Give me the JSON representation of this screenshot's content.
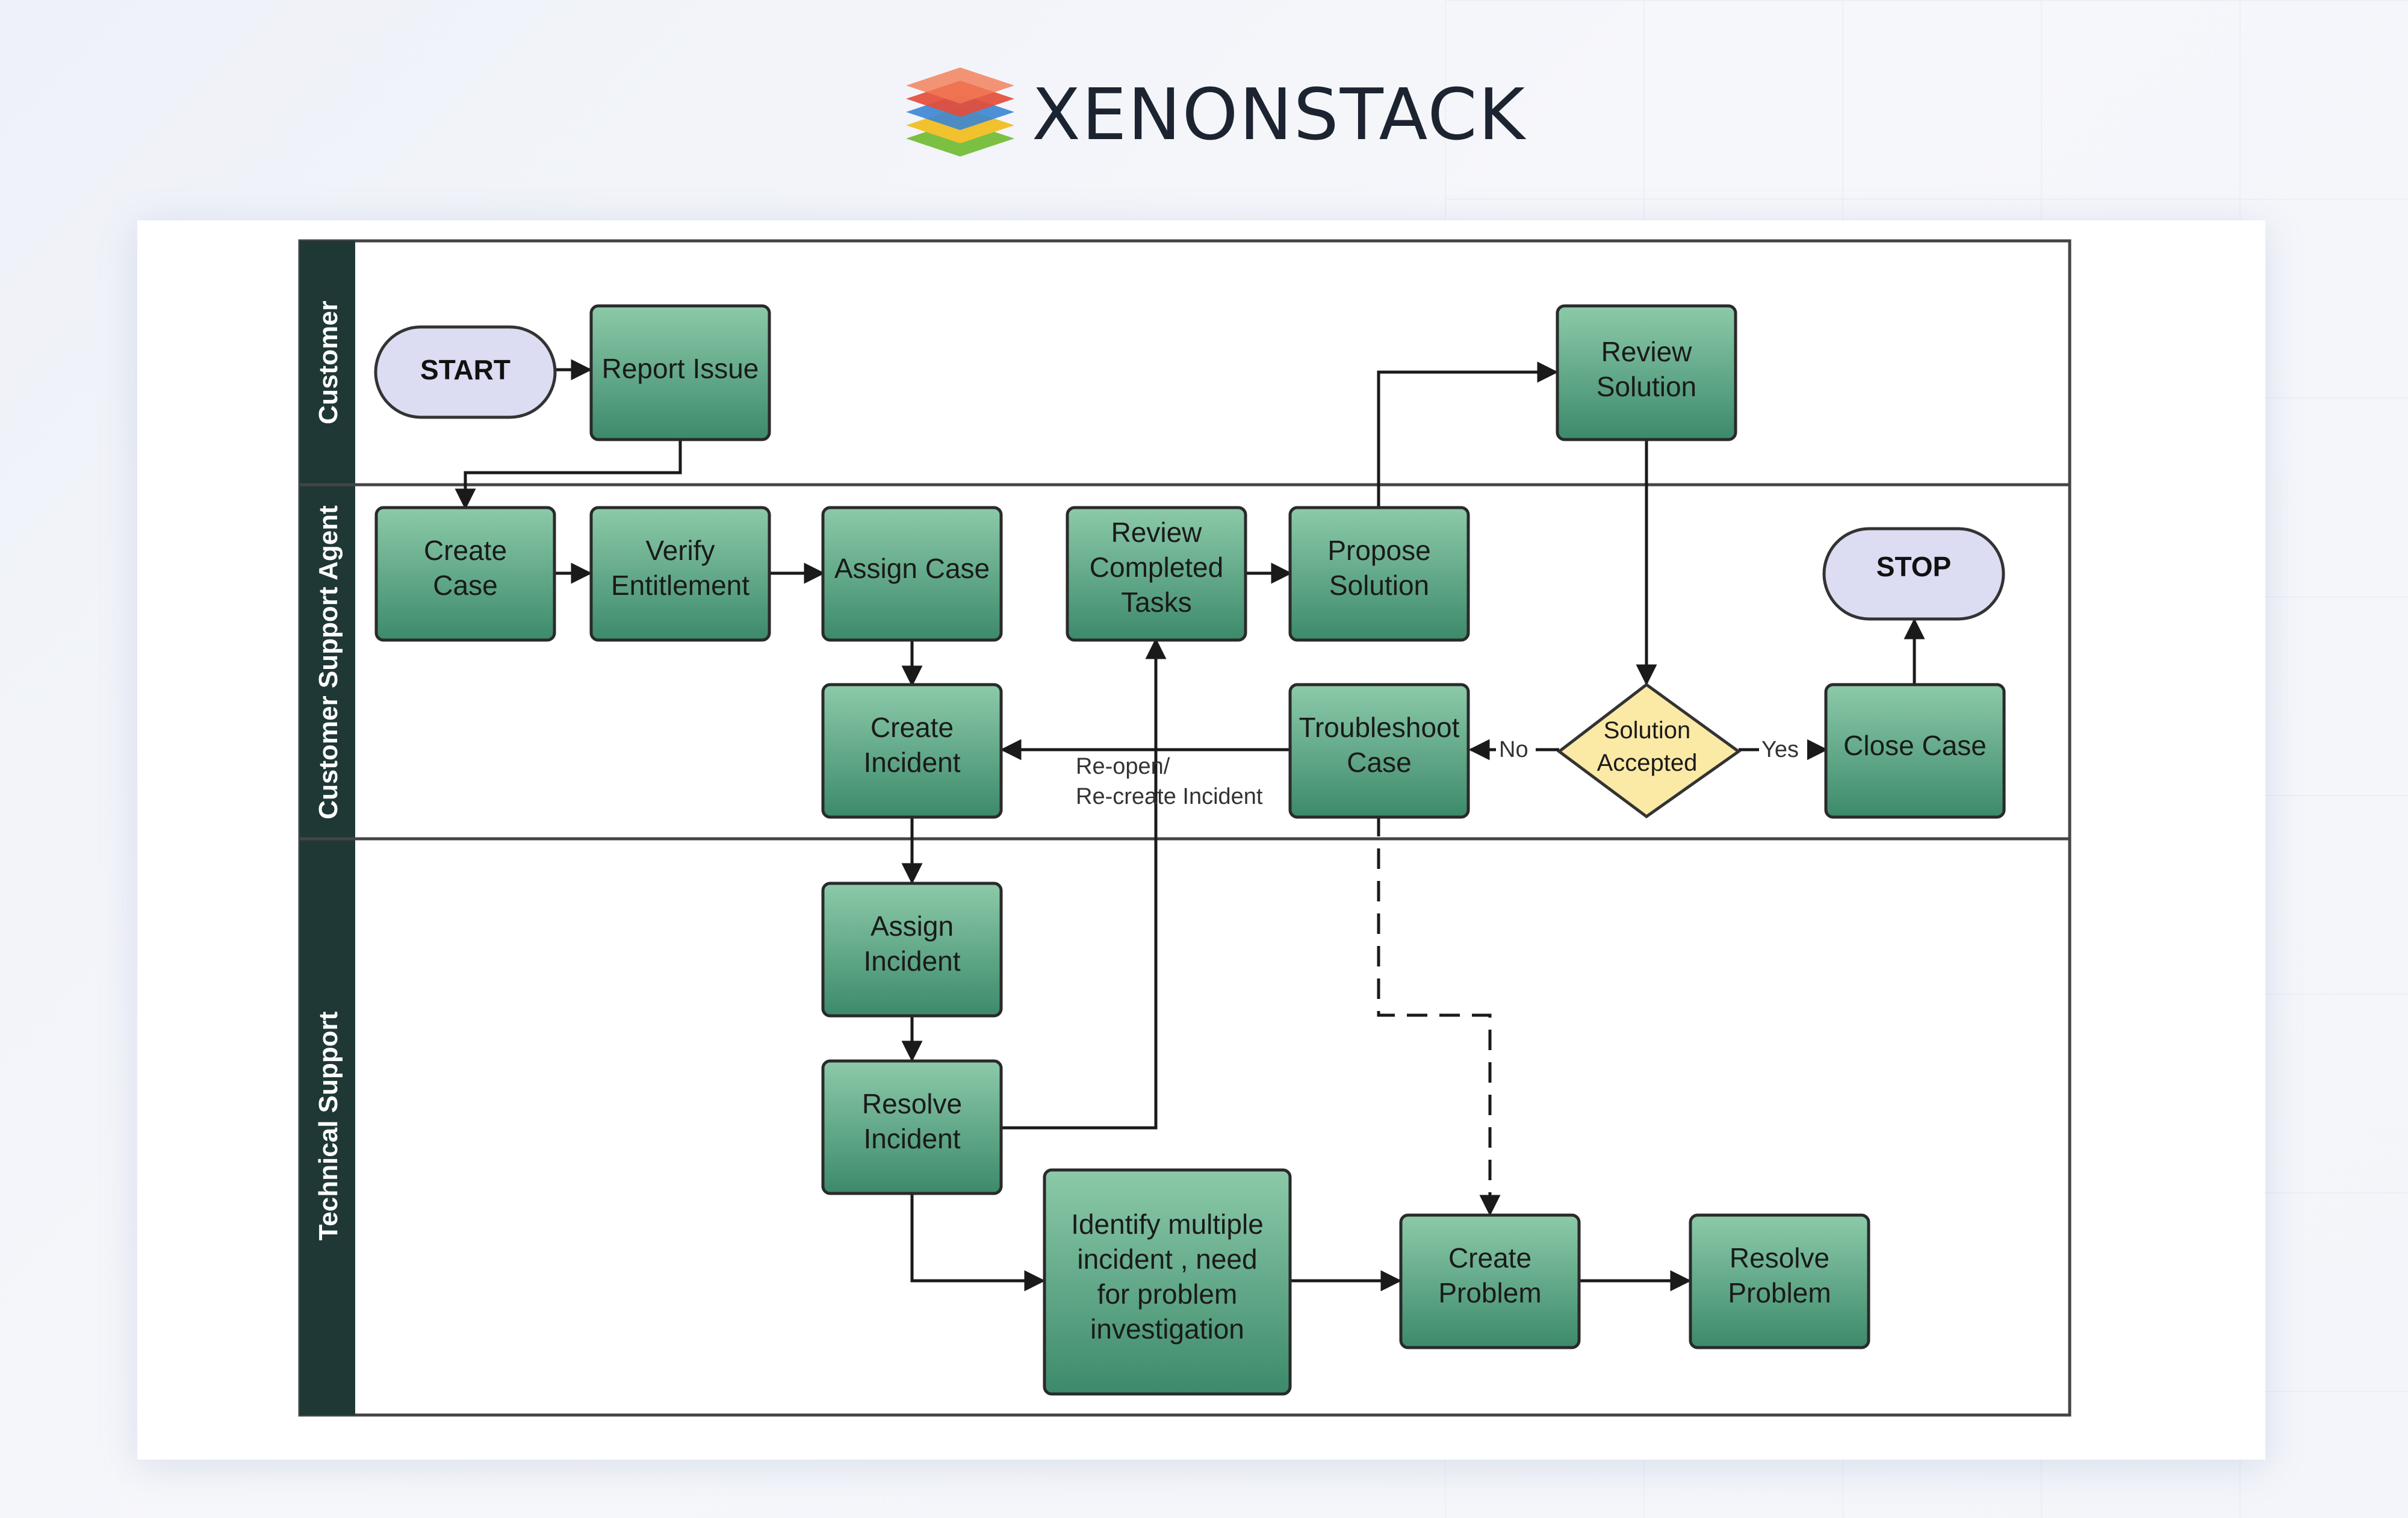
{
  "brand": {
    "name": "XENONSTACK",
    "icon": "stacked-layers-logo"
  },
  "lanes": [
    "Customer",
    "Customer Support Agent",
    "Technical Support"
  ],
  "nodes": {
    "start": "START",
    "report_issue": "Report Issue",
    "review_solution": [
      "Review",
      "Solution"
    ],
    "create_case": [
      "Create",
      "Case"
    ],
    "verify_entitlement": [
      "Verify",
      "Entitlement"
    ],
    "assign_case": "Assign Case",
    "review_completed_tasks": [
      "Review",
      "Completed",
      "Tasks"
    ],
    "propose_solution": [
      "Propose",
      "Solution"
    ],
    "stop": "STOP",
    "create_incident": [
      "Create",
      "Incident"
    ],
    "troubleshoot_case": [
      "Troubleshoot",
      "Case"
    ],
    "solution_accepted": [
      "Solution",
      "Accepted"
    ],
    "close_case": "Close Case",
    "assign_incident": [
      "Assign",
      "Incident"
    ],
    "resolve_incident": [
      "Resolve",
      "Incident"
    ],
    "identify_multiple": [
      "Identify multiple",
      "incident , need",
      "for problem",
      "investigation"
    ],
    "create_problem": [
      "Create",
      "Problem"
    ],
    "resolve_problem": [
      "Resolve",
      "Problem"
    ]
  },
  "edge_labels": {
    "no": "No",
    "yes": "Yes",
    "reopen": [
      "Re-open/",
      "Re-create Incident"
    ]
  },
  "colors": {
    "process_top": "#86c4a6",
    "process_bottom": "#3f8c6e",
    "terminal": "#dcdcf2",
    "decision": "#fbe9a6",
    "lane_header": "#1f3835"
  }
}
